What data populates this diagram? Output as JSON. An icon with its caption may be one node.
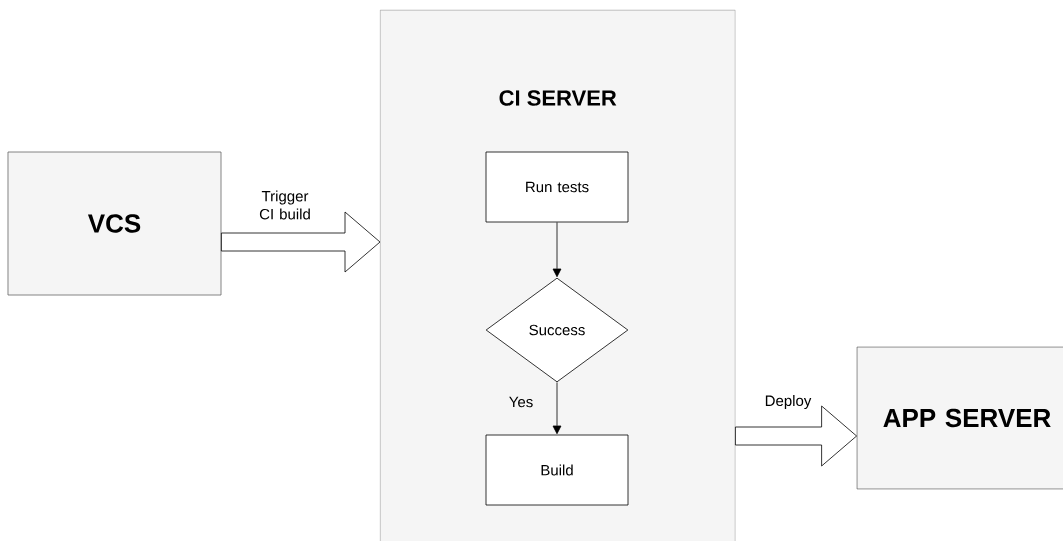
{
  "diagram": {
    "nodes": [
      {
        "text": [
          "VCS"
        ]
      },
      {
        "text": [
          "CI SERVER"
        ]
      },
      {
        "text": [
          "Run tests"
        ],
        "in": 1
      },
      {
        "text": [
          "Success"
        ],
        "in": 1
      },
      {
        "text": [
          "Build"
        ],
        "in": 1
      },
      {
        "text": [
          "APP SERVER"
        ]
      }
    ],
    "edges": [
      {
        "from": 0,
        "to": 1,
        "arrow": "to",
        "label": "Trigger CI build",
        "style": "thick"
      },
      {
        "from": 2,
        "to": 3,
        "arrow": "to"
      },
      {
        "from": 3,
        "to": 4,
        "arrow": "to",
        "label": "Yes"
      },
      {
        "from": 1,
        "to": 5,
        "arrow": "to",
        "label": "Deploy",
        "style": "thick"
      }
    ]
  }
}
